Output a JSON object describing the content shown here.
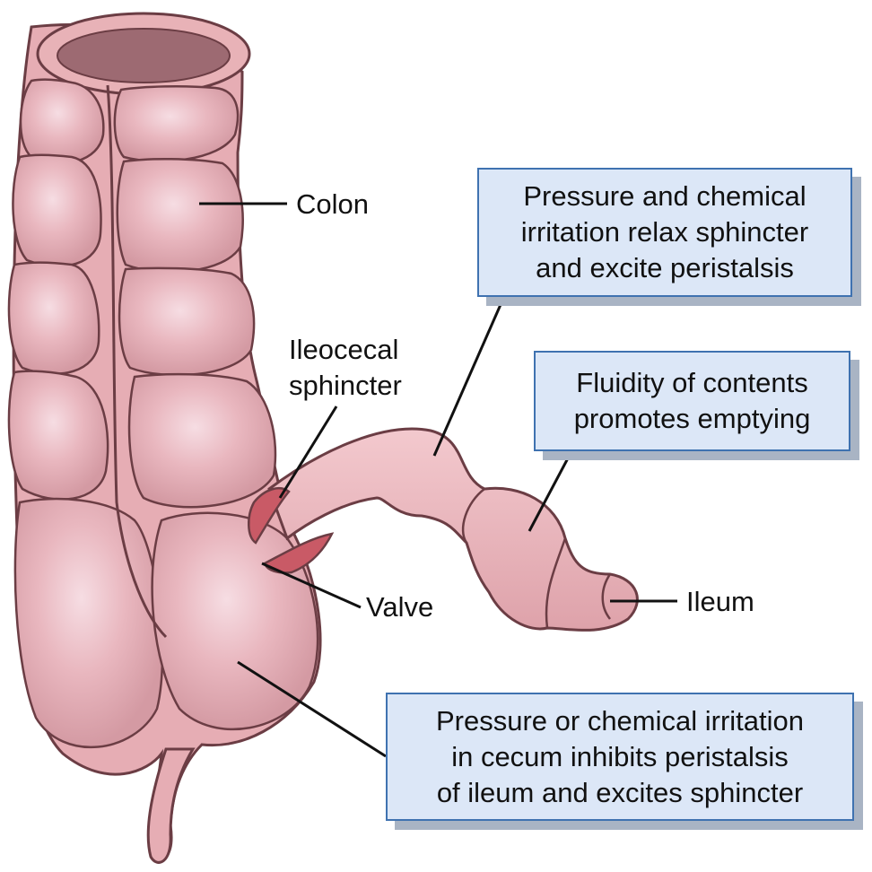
{
  "labels": {
    "colon": "Colon",
    "ileocecal_line1": "Ileocecal",
    "ileocecal_line2": "sphincter",
    "valve": "Valve",
    "ileum": "Ileum"
  },
  "callouts": {
    "top": [
      "Pressure and chemical",
      "irritation relax sphincter",
      "and excite peristalsis"
    ],
    "middle": [
      "Fluidity of contents",
      "promotes emptying"
    ],
    "bottom": [
      "Pressure or chemical irritation",
      "in cecum inhibits peristalsis",
      "of ileum and excites sphincter"
    ]
  },
  "colors": {
    "tissue": "#e8b2b7",
    "tissue_outline": "#6b3d44",
    "sphincter": "#c95a66",
    "box_fill": "#dce7f7",
    "box_border": "#3f72b0",
    "box_shadow": "#a9b4c4"
  }
}
